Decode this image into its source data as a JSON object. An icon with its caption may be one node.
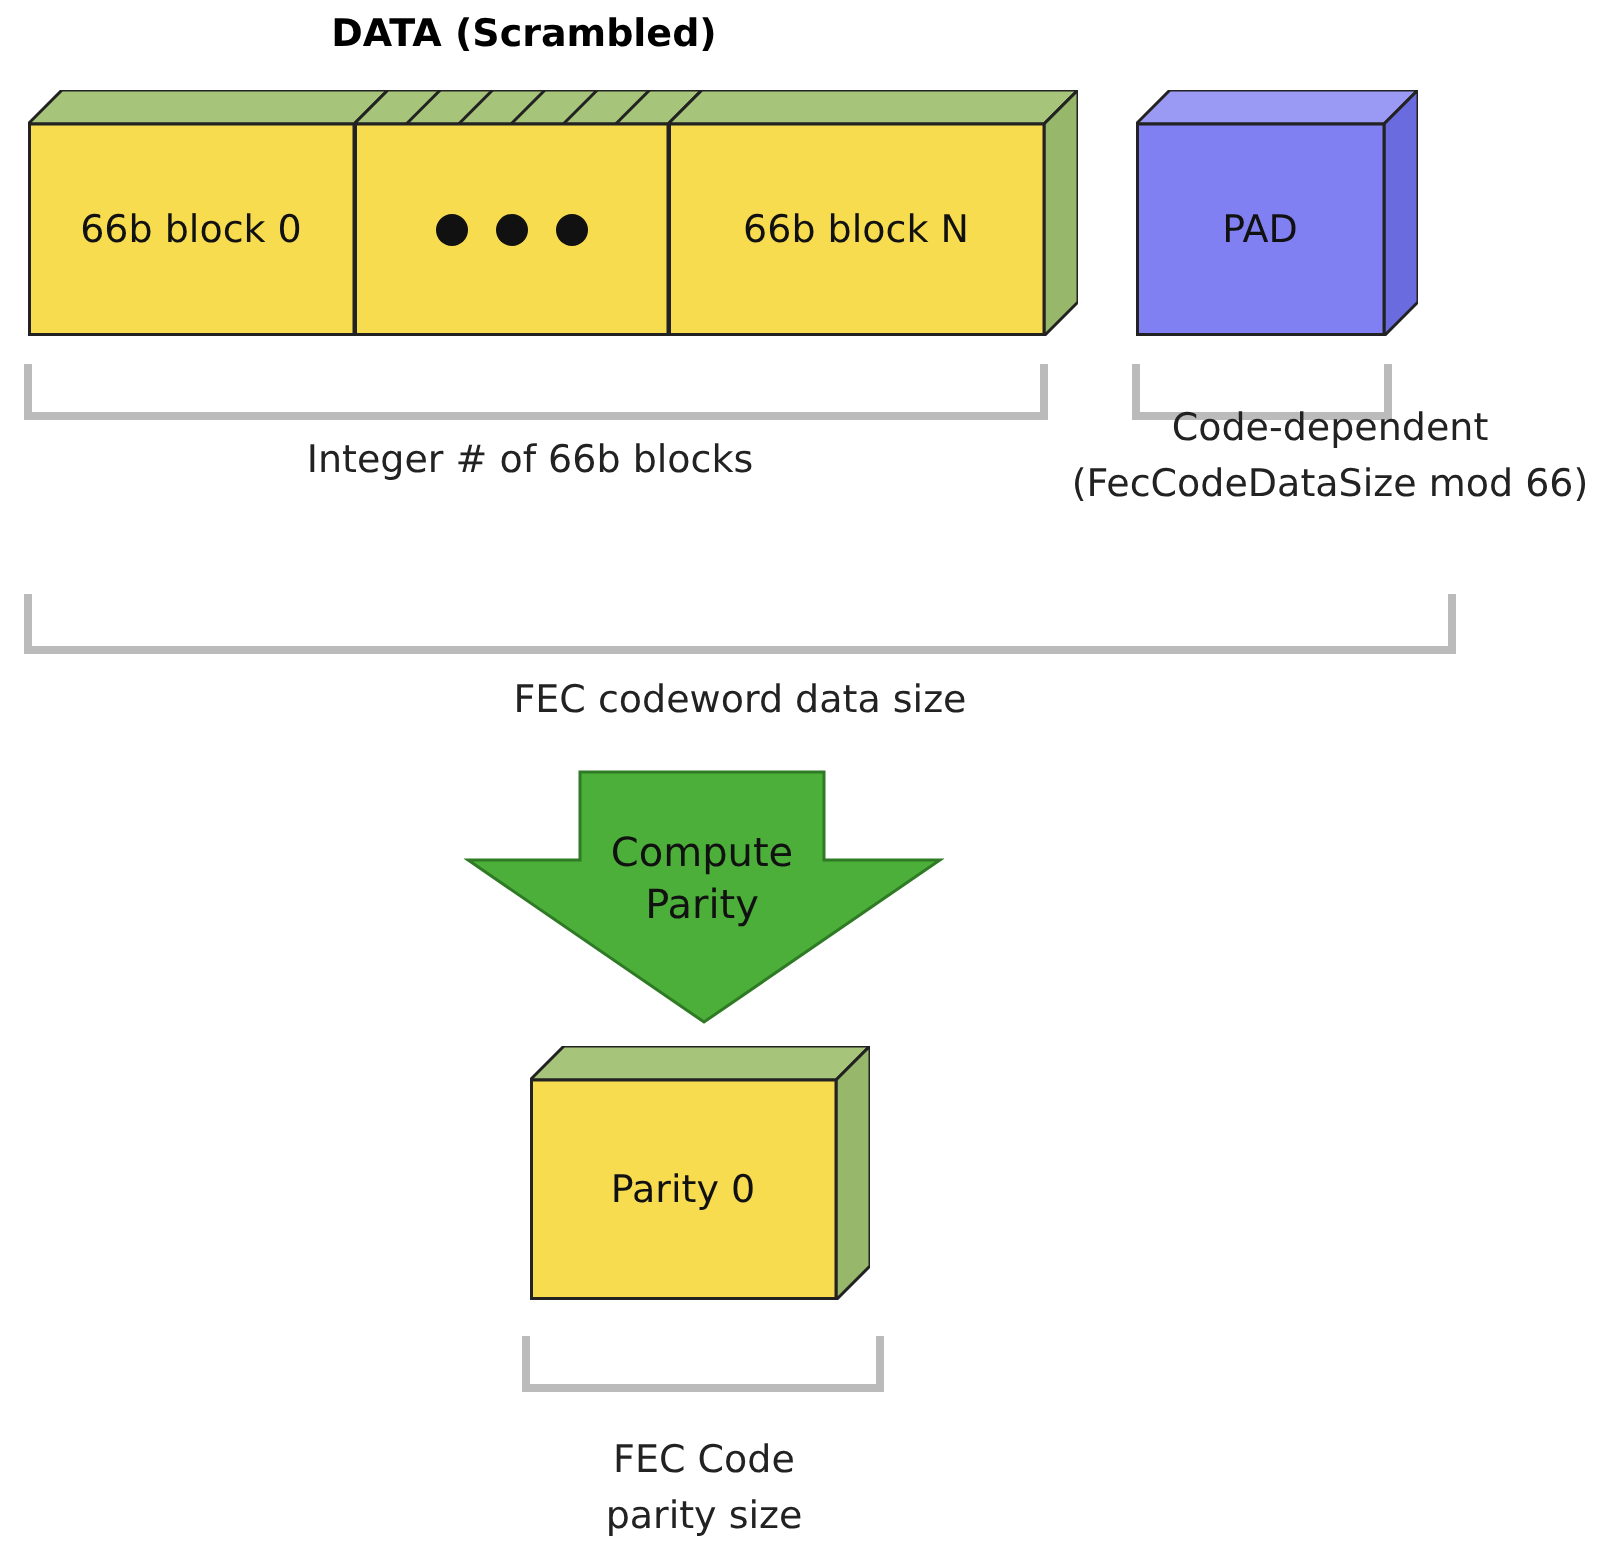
{
  "diagram": {
    "title": "DATA (Scrambled)",
    "nodes": [
      {
        "text": [
          "66b block 0"
        ]
      },
      {
        "text": [],
        "shape": "box"
      },
      {
        "text": [
          "66b block N"
        ]
      },
      {
        "text": [
          "PAD"
        ]
      },
      {
        "text": [
          "Compute Parity"
        ]
      },
      {
        "text": [
          "Parity 0"
        ]
      }
    ],
    "labels": [
      "Integer # of 66b blocks",
      "Code-dependent (FecCodeDataSize mod 66)",
      "FEC codeword data size",
      "FEC Code parity size"
    ]
  }
}
